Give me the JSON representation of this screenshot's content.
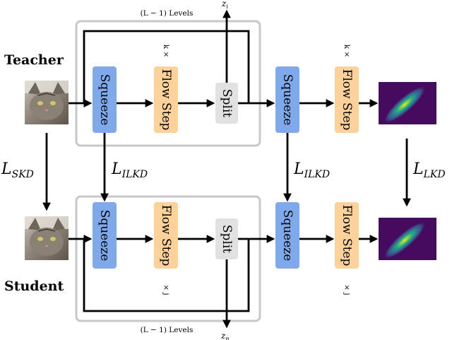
{
  "labels": {
    "teacher": "Teacher",
    "student": "Student",
    "levels_top": "(L − 1) Levels",
    "levels_bottom": "(L − 1) Levels",
    "k_times": "k ×",
    "times_j": "× j",
    "squeeze": "Squeeze",
    "flow_step": "Flow Step",
    "split": "Split",
    "z_i": "z",
    "z_i_sub": "i",
    "z_n": "z",
    "z_n_sub": "n",
    "L_SKD": "L",
    "L_SKD_sub": "SKD",
    "L_ILKD": "L",
    "L_ILKD_sub": "ILKD",
    "L_LKD": "L",
    "L_LKD_sub": "LKD"
  },
  "colors": {
    "squeeze": "#7fa9ea",
    "flow_step": "#fcd19a",
    "split": "#e1e1e1",
    "level_box": "#c8c8c8",
    "arrow": "#000000"
  },
  "icons": {
    "cat_teacher": "cat-photo",
    "cat_student": "cat-photo",
    "latent_teacher": "gaussian-heatmap",
    "latent_student": "gaussian-heatmap"
  }
}
